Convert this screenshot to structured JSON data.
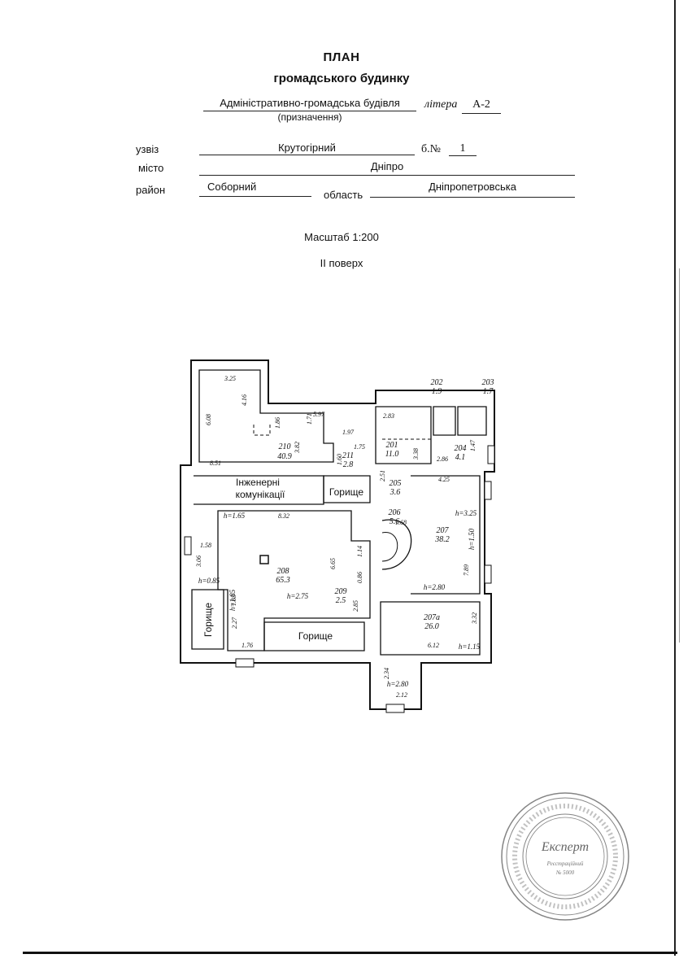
{
  "header": {
    "title": "ПЛАН",
    "subtitle": "громадського будинку"
  },
  "purpose": {
    "value": "Адміністративно-громадська будівля",
    "caption": "(призначення)",
    "litera_label": "літера",
    "litera_value": "А-2"
  },
  "address": {
    "street_label": "узвіз",
    "street_value": "Крутогірний",
    "number_label": "б.№",
    "number_value": "1",
    "city_label": "місто",
    "city_value": "Дніпро",
    "district_label": "район",
    "district_value": "Соборний",
    "region_label": "область",
    "region_value": "Дніпропетровська"
  },
  "scale": {
    "label": "Масштаб 1:200"
  },
  "floor": {
    "label": "II поверх"
  },
  "plan": {
    "rooms": [
      {
        "id": "210",
        "area": "40.9"
      },
      {
        "id": "211",
        "area": "2.8"
      },
      {
        "id": "201",
        "area": "11.0"
      },
      {
        "id": "202",
        "area": "1.9"
      },
      {
        "id": "203",
        "area": "1.7"
      },
      {
        "id": "204",
        "area": "4.1"
      },
      {
        "id": "205",
        "area": "3.6"
      },
      {
        "id": "206",
        "area": "5.6"
      },
      {
        "id": "207",
        "area": "38.2"
      },
      {
        "id": "207а",
        "area": "26.0"
      },
      {
        "id": "208",
        "area": "65.3"
      },
      {
        "id": "209",
        "area": "2.5"
      }
    ],
    "labels": {
      "engineering": [
        "Інженерні",
        "комунікації"
      ],
      "attic": "Горище"
    },
    "dimensions": [
      "3.25",
      "4.16",
      "6.08",
      "5.97",
      "1.86",
      "1.71",
      "1.97",
      "3.82",
      "8.51",
      "1.75",
      "1.60",
      "2.83",
      "3.38",
      "2.86",
      "1.47",
      "2.51",
      "4.25",
      "1.68",
      "8.32",
      "1.58",
      "3.06",
      "6.65",
      "1.14",
      "0.86",
      "2.85",
      "1.85",
      "2.27",
      "1.76",
      "7.89",
      "3.32",
      "6.12",
      "2.34",
      "2.12"
    ],
    "heights": [
      "h=1.65",
      "h=3.25",
      "h=1.50",
      "h=0.85",
      "h=2.75",
      "h=2.80",
      "h=1.85",
      "h=1.15",
      "h=2.80"
    ]
  },
  "stamp": {
    "center_text": "Експерт",
    "line1": "Реєстраційний",
    "line2": "№ 5000"
  }
}
